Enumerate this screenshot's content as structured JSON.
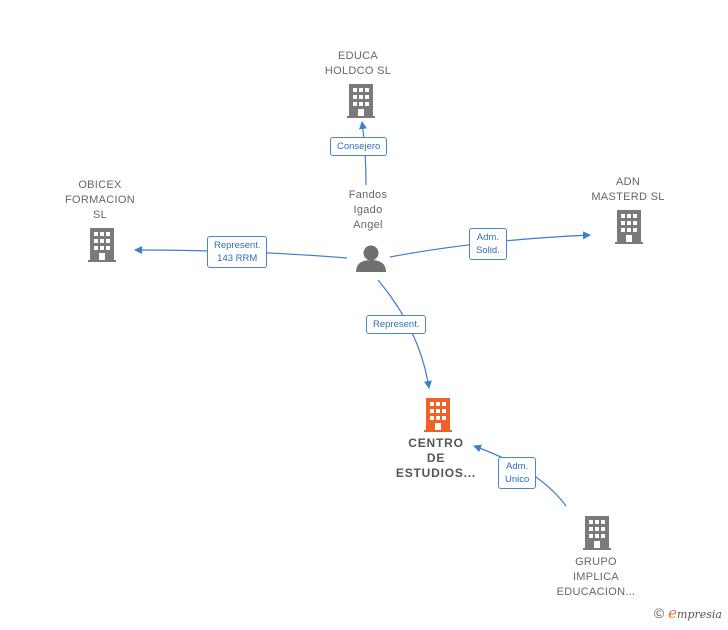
{
  "nodes": {
    "person": {
      "label": "Fandos\nIgado\nAngel"
    },
    "educa": {
      "label": "EDUCA\nHOLDCO  SL"
    },
    "obicex": {
      "label": "OBICEX\nFORMACION\nSL"
    },
    "adn": {
      "label": "ADN\nMASTERD  SL"
    },
    "centro": {
      "label": "CENTRO\nDE\nESTUDIOS..."
    },
    "grupo": {
      "label": "GRUPO\nIMPLICA\nEDUCACION..."
    }
  },
  "edges": {
    "consejero": "Consejero",
    "represent_obicex": "Represent.\n143 RRM",
    "adm_solid": "Adm.\nSolid.",
    "represent_centro": "Represent.",
    "adm_unico": "Adm.\nUnico"
  },
  "colors": {
    "edge": "#3d7fd0",
    "building": "#7a7a7a",
    "building_focus": "#f0602a",
    "person": "#707070"
  },
  "brand": {
    "copyright": "©",
    "e": "e",
    "rest": "mpresia"
  }
}
